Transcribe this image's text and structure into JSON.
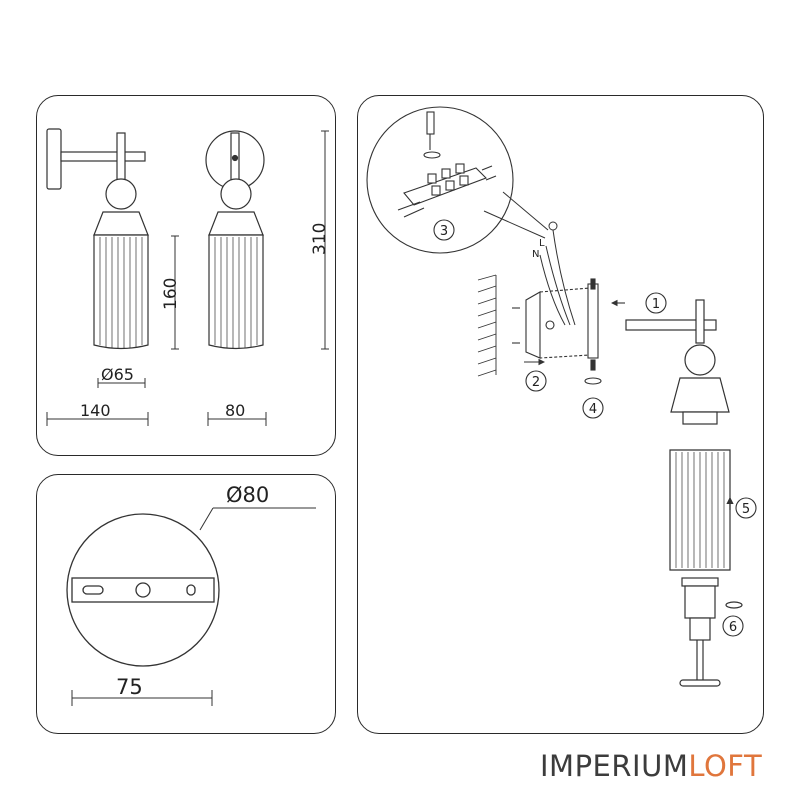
{
  "dimensions": {
    "diameter_shade": "Ø65",
    "height_shade": "160",
    "width_total": "140",
    "width_front": "80",
    "height_total": "310"
  },
  "plate": {
    "diameter": "Ø80",
    "width": "75"
  },
  "assembly": {
    "wire_neutral": "N",
    "wire_live": "L",
    "steps": [
      "1",
      "2",
      "3",
      "4",
      "5",
      "6"
    ]
  },
  "brand": {
    "part1": "IMPERIUM",
    "part2": "LOFT",
    "accent_color": "#e0763c",
    "text_color": "#3c3c3c"
  }
}
